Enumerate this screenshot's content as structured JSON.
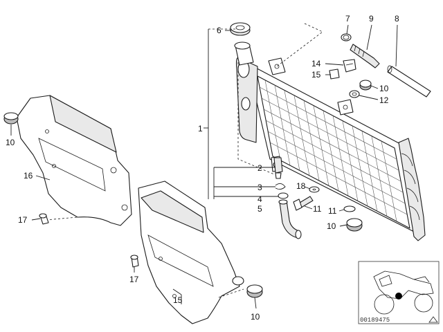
{
  "diagram": {
    "callouts": {
      "c1": "1",
      "c2": "2",
      "c3": "3",
      "c4": "4",
      "c5": "5",
      "c6": "6",
      "c7": "7",
      "c8": "8",
      "c9": "9",
      "c10a": "10",
      "c10b": "10",
      "c10c": "10",
      "c10d": "10",
      "c11a": "11",
      "c11b": "11",
      "c12": "12",
      "c14": "14",
      "c15a": "15",
      "c15b": "15",
      "c16": "16",
      "c17a": "17",
      "c17b": "17",
      "c18": "18"
    },
    "inset": {
      "ref_number": "00189475"
    },
    "colors": {
      "line": "#1a1a1a",
      "fill_light": "#e9e9e9",
      "marker": "#000000"
    }
  }
}
